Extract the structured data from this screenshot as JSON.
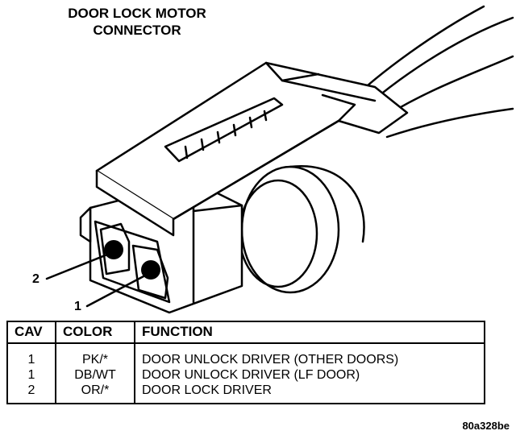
{
  "title": {
    "line1": "DOOR LOCK MOTOR",
    "line2": "CONNECTOR"
  },
  "pin_labels": {
    "pin2": "2",
    "pin1": "1"
  },
  "table": {
    "headers": {
      "cav": "CAV",
      "color": "COLOR",
      "function": "FUNCTION"
    },
    "rows": [
      {
        "cav": "1",
        "color": "PK/*",
        "function": "DOOR UNLOCK DRIVER (OTHER DOORS)"
      },
      {
        "cav": "1",
        "color": "DB/WT",
        "function": "DOOR UNLOCK DRIVER (LF DOOR)"
      },
      {
        "cav": "2",
        "color": "OR/*",
        "function": "DOOR LOCK DRIVER"
      }
    ]
  },
  "figure_id": "80a328be"
}
